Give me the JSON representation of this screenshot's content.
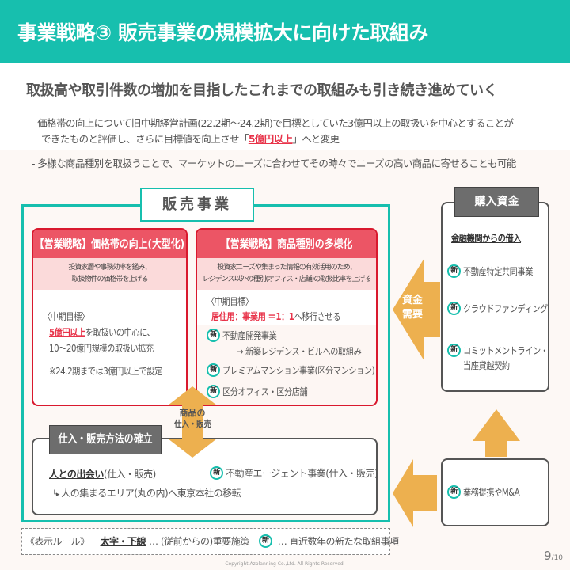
{
  "header": {
    "title": "事業戦略③ 販売事業の規模拡大に向けた取組み"
  },
  "subtitle": "取扱高や取引件数の増加を目指したこれまでの取組みも引き続き進めていく",
  "bullets": [
    {
      "line1": "- 価格帯の向上について旧中期経営計画(22.2期～24.2期)で目標としていた3億円以上の取扱いを中心とすることが",
      "line2_pre": "できたものと評価し、さらに目標値を向上させ「",
      "line2_em": "5億円以上",
      "line2_post": "」へと変更"
    },
    {
      "line1": "- 多様な商品種別を取扱うことで、マーケットのニーズに合わせてその時々でニーズの高い商品に寄せることも可能"
    }
  ],
  "sales": {
    "label": "販売事業",
    "left": {
      "title": "【営業戦略】価格帯の向上(大型化)",
      "sub1": "投資家層や事務効率を鑑み、",
      "sub2": "取扱物件の価格帯を上げる",
      "goal": "〈中期目標〉",
      "em": "5億円以上",
      "line1": "を取扱いの中心に、",
      "line2": "10～20億円規模の取扱い拡充",
      "note": "※24.2期までは3億円以上で設定"
    },
    "right": {
      "title": "【営業戦略】商品種別の多様化",
      "sub1": "投資家ニーズや集まった情報の有効活用のため、",
      "sub2": "レジデンス以外の種別(オフィス・店舗)の取扱比率を上げる",
      "goal": "〈中期目標〉",
      "em": "居住用：事業用 ＝1：1",
      "post": "へ移行させる",
      "items": [
        "不動産開発事業",
        "→ 新築レジデンス・ビルへの取組み",
        "プレミアムマンション事業(区分マンション)",
        "区分オフィス・区分店舗"
      ]
    },
    "arrow_label1": "商品の",
    "arrow_label2": "仕入・販売",
    "method": {
      "label": "仕入・販売方法の確立",
      "em": "人との出会い",
      "em_post": "(仕入・販売)",
      "sub": "人の集まるエリア(丸の内)へ東京本社の移転",
      "new_item": "不動産エージェント事業(仕入・販売)"
    }
  },
  "funds": {
    "label": "購入資金",
    "head": "金融機関からの借入",
    "items": [
      "不動産特定共同事業",
      "クラウドファンディング",
      "コミットメントライン・",
      "当座貸越契約"
    ],
    "arrow_label1": "資金",
    "arrow_label2": "需要"
  },
  "alliance": {
    "item": "業務提携やM&A"
  },
  "new_badge": "新",
  "legend": {
    "title": "《表示ルール》",
    "bold": "太字・下線",
    "bold_desc": "… (従前からの)重要施策",
    "new_desc": "… 直近数年の新たな取組事項"
  },
  "page": {
    "num": "9",
    "total": "/10"
  },
  "copyright": "Copyright Azplanning Co.,Ltd. All Rights Reserved.",
  "colors": {
    "teal": "#17bfae",
    "red": "#e8344a",
    "orange": "#edb04f",
    "gray": "#6d6d6d"
  }
}
